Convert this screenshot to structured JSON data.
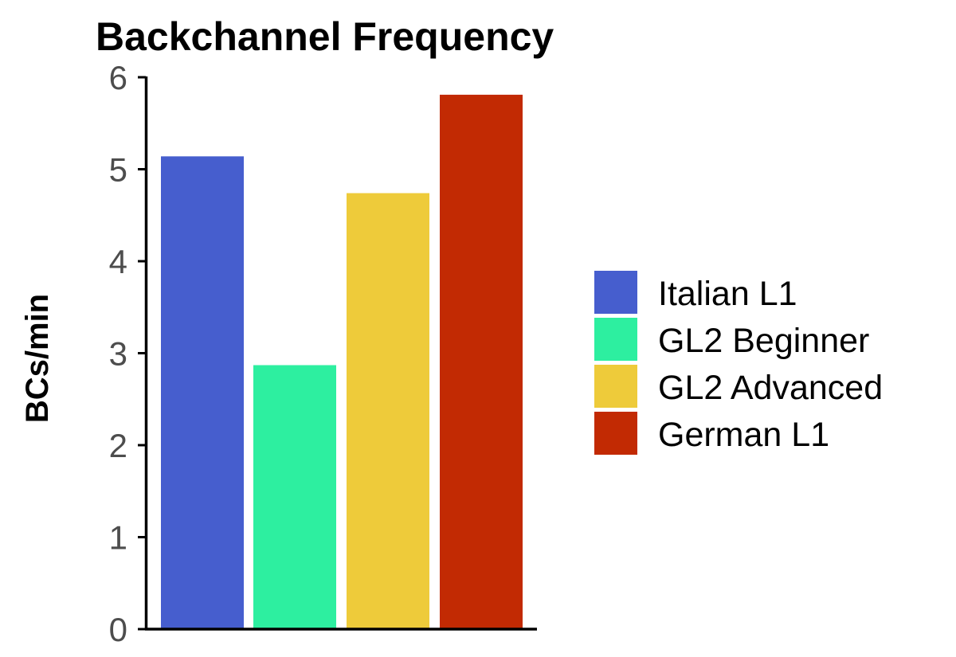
{
  "chart_data": {
    "type": "bar",
    "title": "Backchannel Frequency",
    "xlabel": "",
    "ylabel": "BCs/min",
    "ylim": [
      0,
      6
    ],
    "yticks": [
      0,
      1,
      2,
      3,
      4,
      5,
      6
    ],
    "grid": false,
    "legend_position": "right",
    "categories": [
      "Italian L1",
      "GL2 Beginner",
      "GL2 Advanced",
      "German L1"
    ],
    "values": [
      5.14,
      2.87,
      4.74,
      5.81
    ],
    "colors": [
      "#465ECE",
      "#2DEFA0",
      "#EECB3A",
      "#C22A03"
    ]
  }
}
